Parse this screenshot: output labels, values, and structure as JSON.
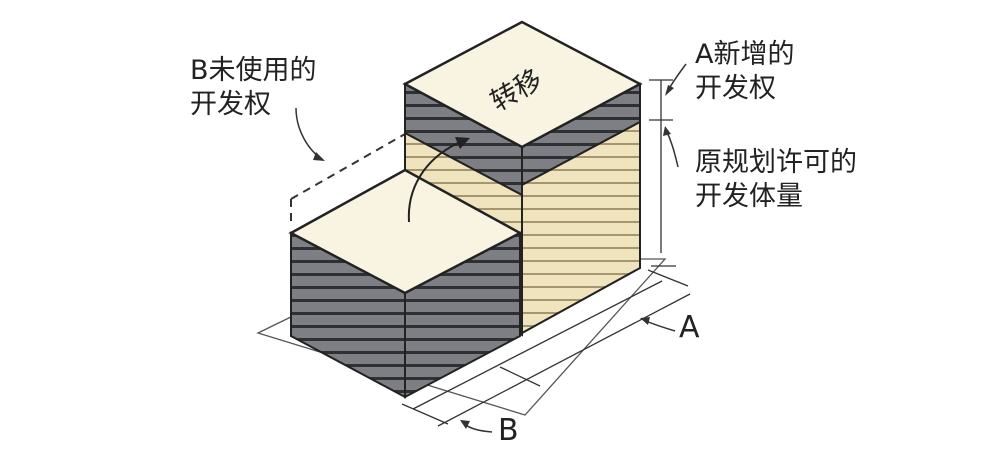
{
  "labels": {
    "b_unused": {
      "line1": "B未使用的",
      "line2": "开发权"
    },
    "a_added": {
      "line1": "A新增的",
      "line2": "开发权"
    },
    "original": {
      "line1": "原规划许可的",
      "line2": "开发体量"
    },
    "transfer": "转移",
    "a": "A",
    "b": "B"
  },
  "colors": {
    "gray_floor": "#7d7f85",
    "floor_line": "#2f3034",
    "tan_floor": "#efe4be",
    "tan_line": "#a69670",
    "roof": "#f8f4e1",
    "outline": "#222222",
    "dash": "#333333"
  }
}
